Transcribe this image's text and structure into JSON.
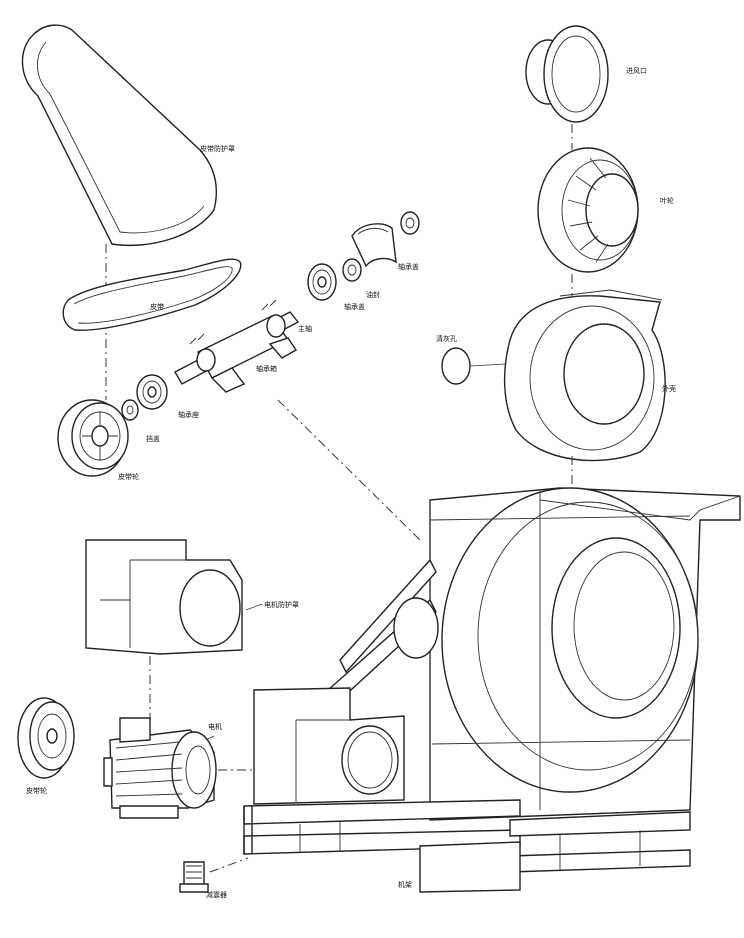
{
  "labels": {
    "inlet": "进风口",
    "impeller": "叶轮",
    "casing": "外壳",
    "inspection_port": "清灰孔",
    "belt_guard": "皮带防护罩",
    "belt": "皮带",
    "bearing_cover": "轴承盖",
    "bearing_gland": "轴承盖",
    "shaft": "主轴",
    "oil_seal": "油封",
    "bearing_box": "轴承箱",
    "bearing_seat": "轴承座",
    "retainer": "挡盖",
    "fan_pulley": "皮带轮",
    "motor_guard": "电机防护罩",
    "motor": "电机",
    "motor_pulley": "皮带轮",
    "damper": "减震器",
    "frame": "机架"
  },
  "colors": {
    "line": "#222222",
    "background": "#ffffff"
  }
}
